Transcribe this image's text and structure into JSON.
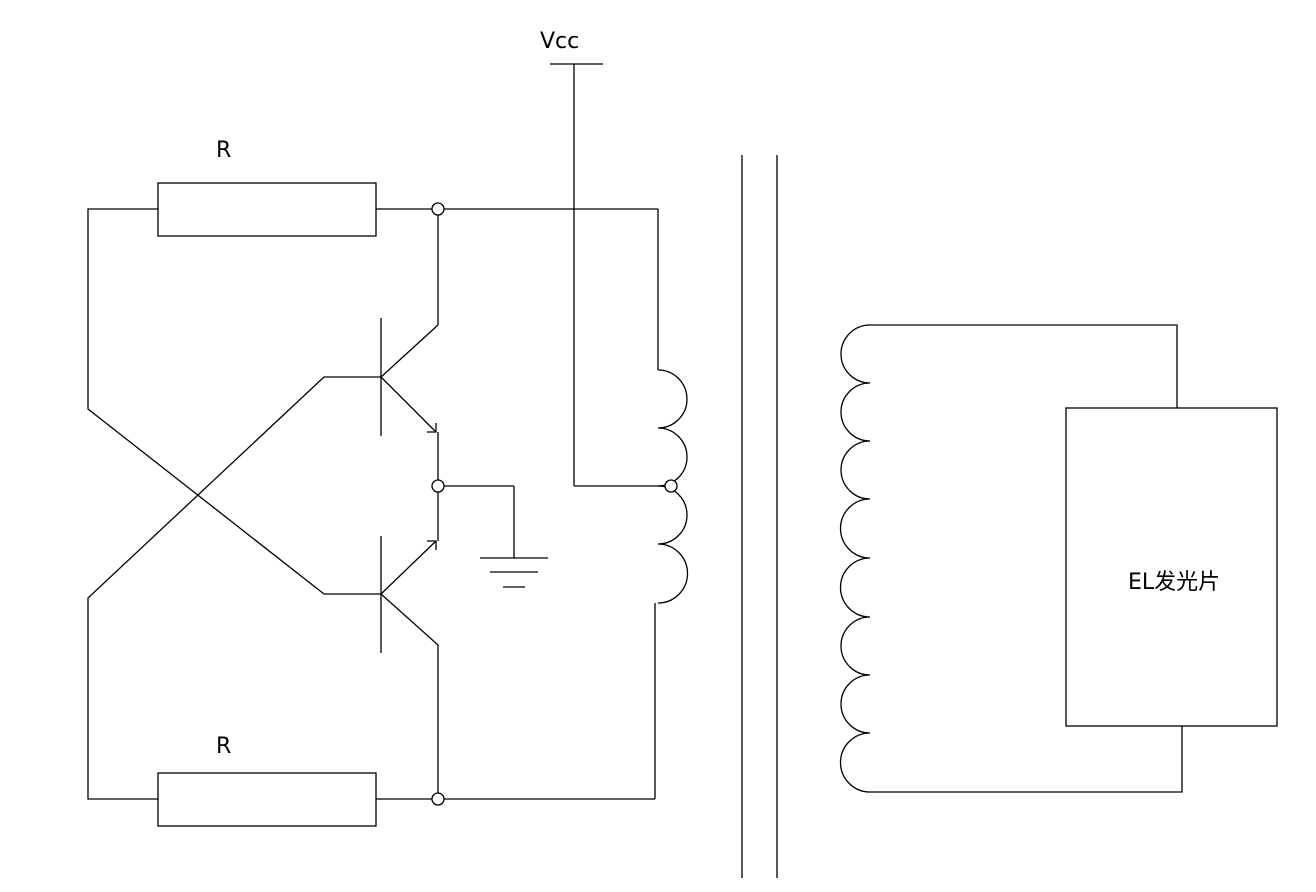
{
  "diagram": {
    "title": "",
    "labels": {
      "supply": "Vcc",
      "resistor_top": "R",
      "resistor_bottom": "R",
      "load": "EL发光片"
    },
    "components": [
      {
        "id": "R1",
        "type": "resistor",
        "label": "R"
      },
      {
        "id": "R2",
        "type": "resistor",
        "label": "R"
      },
      {
        "id": "Q1",
        "type": "npn-transistor"
      },
      {
        "id": "Q2",
        "type": "npn-transistor"
      },
      {
        "id": "T1",
        "type": "transformer",
        "primary": "center-tapped",
        "core": "iron"
      },
      {
        "id": "GND",
        "type": "ground"
      },
      {
        "id": "EL",
        "type": "load",
        "label": "EL发光片"
      }
    ]
  }
}
